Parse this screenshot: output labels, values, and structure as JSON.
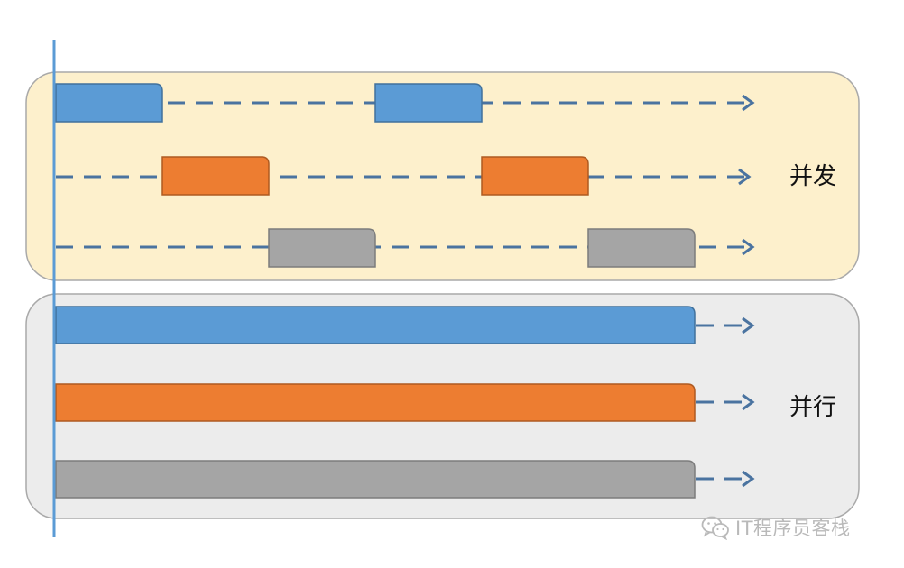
{
  "concurrent_panel": {
    "label": "并发",
    "fill": "#fdf0cc",
    "stroke": "#a9a9a9",
    "lanes": [
      {
        "color": "blue",
        "blocks": 2
      },
      {
        "color": "orange",
        "blocks": 2
      },
      {
        "color": "gray",
        "blocks": 2
      }
    ]
  },
  "parallel_panel": {
    "label": "并行",
    "fill": "#ececec",
    "stroke": "#a9a9a9",
    "lanes": [
      {
        "color": "blue"
      },
      {
        "color": "orange"
      },
      {
        "color": "gray"
      }
    ]
  },
  "colors": {
    "blue": "#5b9bd5",
    "blue_border": "#41719c",
    "orange": "#ed7d31",
    "orange_border": "#ae5a21",
    "gray": "#a5a5a5",
    "gray_border": "#7c7c7c",
    "arrow": "#4a73a0",
    "time_axis": "#5b9bd5"
  },
  "watermark": {
    "icon": "wechat-icon",
    "text": "IT程序员客栈"
  }
}
